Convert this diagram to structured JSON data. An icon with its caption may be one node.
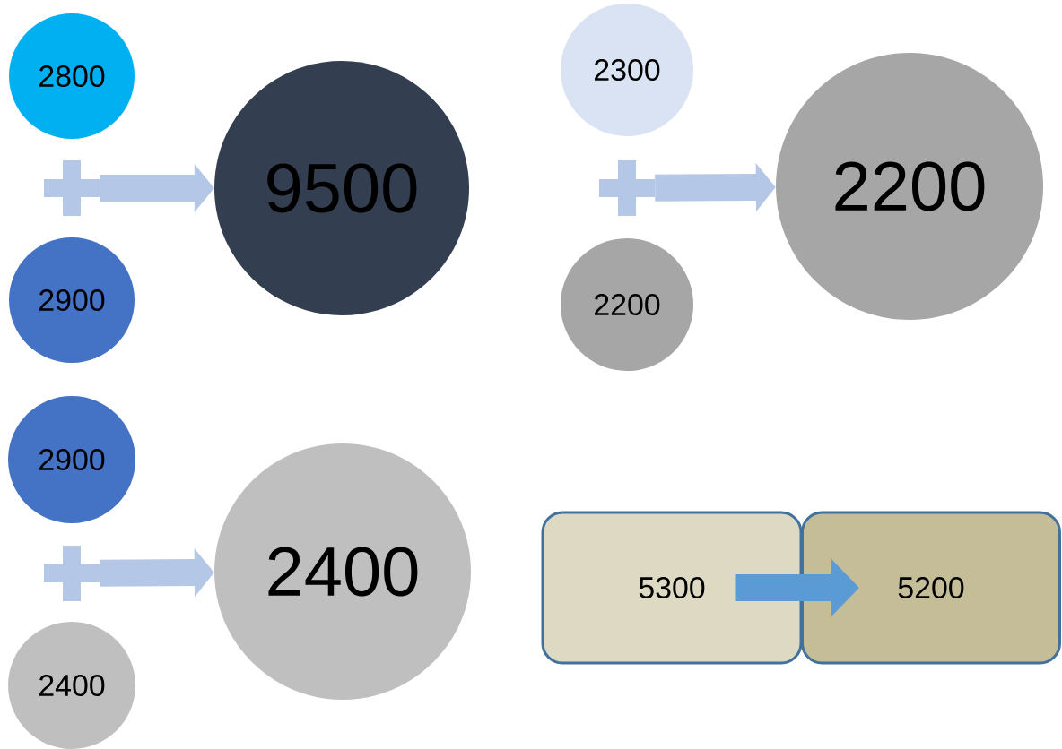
{
  "diagram": {
    "nodes": [
      {
        "text": [
          "2800"
        ]
      },
      {
        "text": [],
        "shape": "plus"
      },
      {
        "text": [
          "2900"
        ]
      },
      {
        "text": [
          "9500"
        ]
      },
      {
        "text": [
          "2300"
        ]
      },
      {
        "text": [],
        "shape": "plus"
      },
      {
        "text": [
          "2200"
        ]
      },
      {
        "text": [
          "2200"
        ]
      },
      {
        "text": [
          "2900"
        ]
      },
      {
        "text": [],
        "shape": "plus"
      },
      {
        "text": [
          "2400"
        ]
      },
      {
        "text": [
          "2400"
        ]
      },
      {
        "text": [
          "5300"
        ]
      },
      {
        "text": [
          "5200"
        ]
      }
    ],
    "edges": [
      {
        "from": 1,
        "to": 3,
        "arrow": "to"
      },
      {
        "from": 5,
        "to": 7,
        "arrow": "to"
      },
      {
        "from": 9,
        "to": 11,
        "arrow": "to"
      },
      {
        "from": 12,
        "to": 13,
        "arrow": "to",
        "color": "#5b9bd5"
      }
    ]
  }
}
